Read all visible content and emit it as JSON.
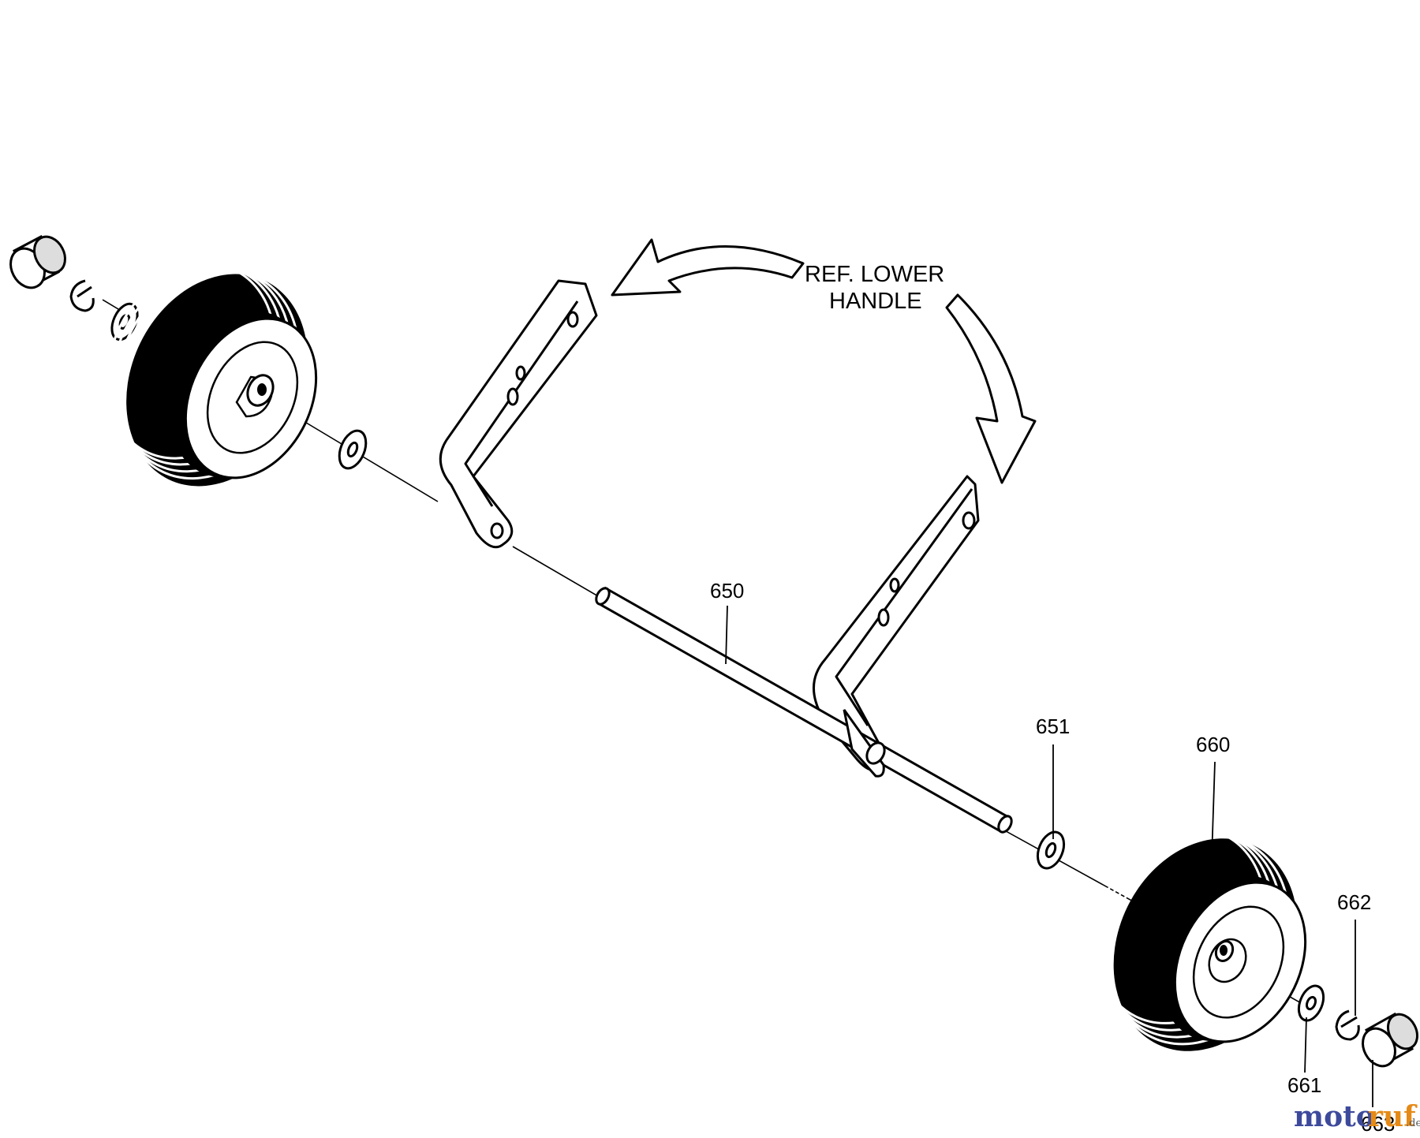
{
  "diagram": {
    "reference_label": {
      "line1": "REF. LOWER",
      "line2": "HANDLE"
    },
    "callouts": [
      {
        "id": "650",
        "text": "650"
      },
      {
        "id": "651",
        "text": "651"
      },
      {
        "id": "660",
        "text": "660"
      },
      {
        "id": "661",
        "text": "661"
      },
      {
        "id": "662",
        "text": "662"
      },
      {
        "id": "663",
        "text": "663"
      }
    ],
    "watermark": {
      "part1": "moto",
      "part2": "ruf",
      "suffix": ".de"
    }
  },
  "colors": {
    "ink": "#000000",
    "paper": "#ffffff",
    "watermark_blue": "#3d4a9c",
    "watermark_orange": "#e58a16"
  }
}
